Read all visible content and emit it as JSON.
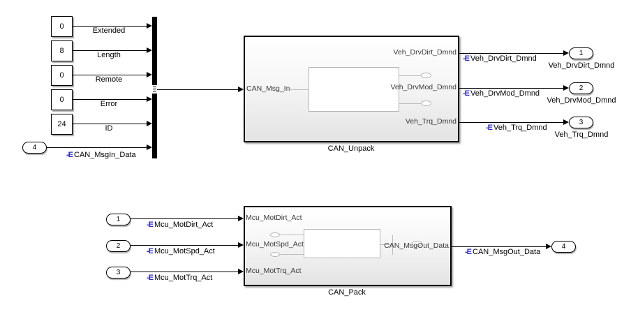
{
  "diagram": {
    "signal_tag": "-E",
    "colors": {
      "tag_blue": "#2929cc",
      "block_border": "#000000",
      "block_fill_top": "#ffffff",
      "block_fill_bottom": "#e3e3e3"
    },
    "constants": [
      {
        "value": "0",
        "signal": "Extended"
      },
      {
        "value": "8",
        "signal": "Length"
      },
      {
        "value": "0",
        "signal": "Remote"
      },
      {
        "value": "0",
        "signal": "Error"
      },
      {
        "value": "24",
        "signal": "ID"
      }
    ],
    "msg_inport": {
      "number": "4",
      "signal": "CAN_MsgIn_Data"
    },
    "unpack": {
      "name": "CAN_Unpack",
      "inport_label": "CAN_Msg_In",
      "outport_labels": [
        "Veh_DrvDirt_Dmnd",
        "Veh_DrvMod_Dmnd",
        "Veh_Trq_Dmnd"
      ]
    },
    "unpack_outputs": [
      {
        "number": "1",
        "signal": "Veh_DrvDirt_Dmnd",
        "port_name": "Veh_DrvDirt_Dmnd"
      },
      {
        "number": "2",
        "signal": "Veh_DrvMod_Dmnd",
        "port_name": "Veh_DrvMod_Dmnd"
      },
      {
        "number": "3",
        "signal": "Veh_Trq_Dmnd",
        "port_name": "Veh_Trq_Dmnd"
      }
    ],
    "pack": {
      "name": "CAN_Pack",
      "inport_labels": [
        "Mcu_MotDirt_Act",
        "Mcu_MotSpd_Act",
        "Mcu_MotTrq_Act"
      ],
      "outport_label": "CAN_MsgOut_Data"
    },
    "pack_inputs": [
      {
        "number": "1",
        "signal": "Mcu_MotDirt_Act"
      },
      {
        "number": "2",
        "signal": "Mcu_MotSpd_Act"
      },
      {
        "number": "3",
        "signal": "Mcu_MotTrq_Act"
      }
    ],
    "pack_output": {
      "number": "4",
      "signal": "CAN_MsgOut_Data"
    }
  }
}
